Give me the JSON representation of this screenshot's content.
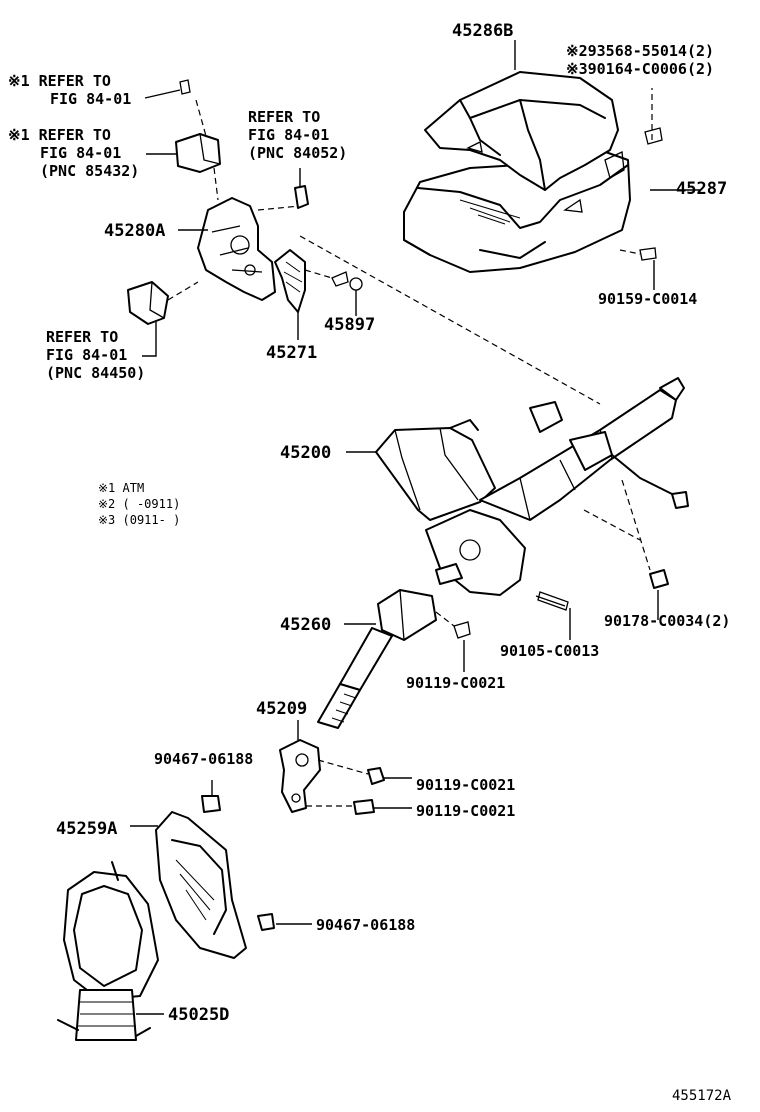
{
  "diagram": {
    "figure_number": "455172A",
    "part_labels": {
      "p45286B": "45286B",
      "p45287": "45287",
      "p90159": "90159-C0014",
      "p45280A": "45280A",
      "p45897": "45897",
      "p45271": "45271",
      "p45200": "45200",
      "p90178": "90178-C0034(2)",
      "p45260": "45260",
      "p90105": "90105-C0013",
      "p90119a": "90119-C0021",
      "p45209": "45209",
      "p90119b": "90119-C0021",
      "p90119c": "90119-C0021",
      "p90467a": "90467-06188",
      "p45259A": "45259A",
      "p90467b": "90467-06188",
      "p45025D": "45025D"
    },
    "screw_notes": {
      "line1": "※293568-55014(2)",
      "line2": "※390164-C0006(2)"
    },
    "references": {
      "ref1_line1": "※1 REFER TO",
      "ref1_line2": "FIG 84-01",
      "ref2_line1": "※1 REFER TO",
      "ref2_line2": "FIG 84-01",
      "ref2_line3": "(PNC 85432)",
      "ref3_line1": "REFER TO",
      "ref3_line2": "FIG 84-01",
      "ref3_line3": "(PNC 84052)",
      "ref4_line1": "REFER TO",
      "ref4_line2": "FIG 84-01",
      "ref4_line3": "(PNC 84450)"
    },
    "legend": {
      "line1": "※1 ATM",
      "line2": "※2 (    -0911)",
      "line3": "※3 (0911-    )"
    }
  }
}
